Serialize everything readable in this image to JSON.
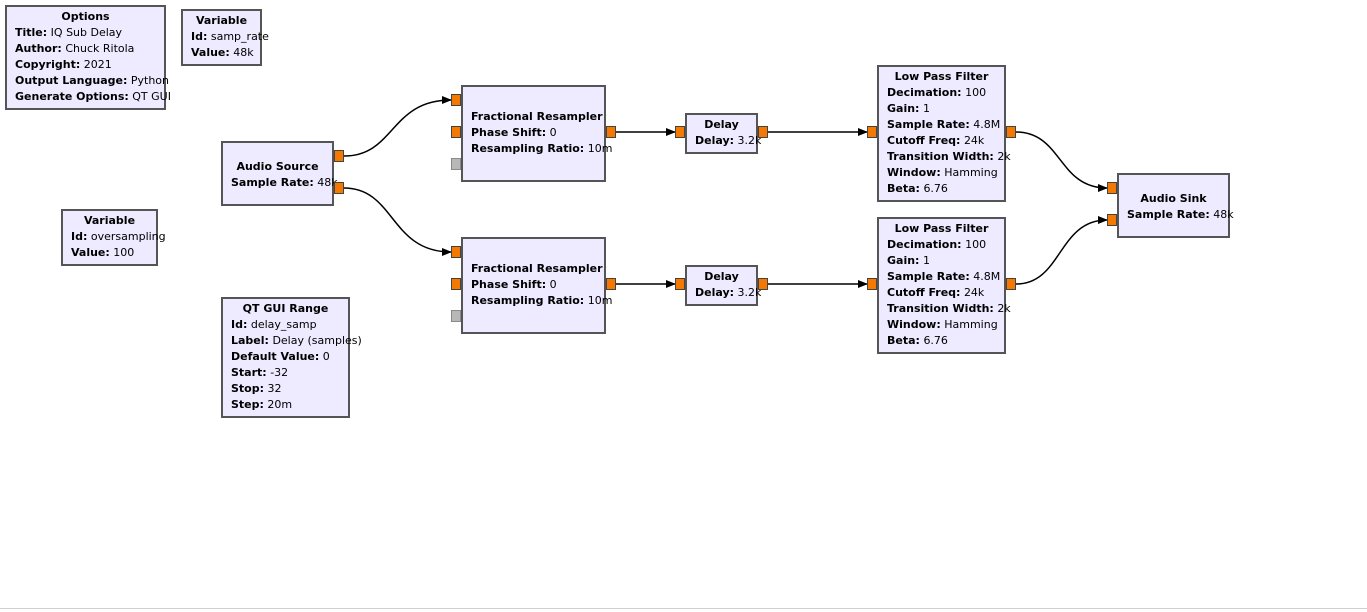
{
  "blocks": {
    "options": {
      "title": "Options",
      "params": [
        {
          "label": "Title:",
          "value": "IQ Sub Delay"
        },
        {
          "label": "Author:",
          "value": "Chuck Ritola"
        },
        {
          "label": "Copyright:",
          "value": "2021"
        },
        {
          "label": "Output Language:",
          "value": "Python"
        },
        {
          "label": "Generate Options:",
          "value": "QT GUI"
        }
      ]
    },
    "var_samp_rate": {
      "title": "Variable",
      "params": [
        {
          "label": "Id:",
          "value": "samp_rate"
        },
        {
          "label": "Value:",
          "value": "48k"
        }
      ]
    },
    "var_oversampling": {
      "title": "Variable",
      "params": [
        {
          "label": "Id:",
          "value": "oversampling"
        },
        {
          "label": "Value:",
          "value": "100"
        }
      ]
    },
    "qt_gui_range": {
      "title": "QT GUI Range",
      "params": [
        {
          "label": "Id:",
          "value": "delay_samp"
        },
        {
          "label": "Label:",
          "value": "Delay (samples)"
        },
        {
          "label": "Default Value:",
          "value": "0"
        },
        {
          "label": "Start:",
          "value": "-32"
        },
        {
          "label": "Stop:",
          "value": "32"
        },
        {
          "label": "Step:",
          "value": "20m"
        }
      ]
    },
    "audio_source": {
      "title": "Audio Source",
      "params": [
        {
          "label": "Sample Rate:",
          "value": "48k"
        }
      ]
    },
    "resampler_top": {
      "title": "Fractional Resampler",
      "params": [
        {
          "label": "Phase Shift:",
          "value": "0"
        },
        {
          "label": "Resampling Ratio:",
          "value": "10m"
        }
      ]
    },
    "resampler_bottom": {
      "title": "Fractional Resampler",
      "params": [
        {
          "label": "Phase Shift:",
          "value": "0"
        },
        {
          "label": "Resampling Ratio:",
          "value": "10m"
        }
      ]
    },
    "delay_top": {
      "title": "Delay",
      "params": [
        {
          "label": "Delay:",
          "value": "3.2k"
        }
      ]
    },
    "delay_bottom": {
      "title": "Delay",
      "params": [
        {
          "label": "Delay:",
          "value": "3.2k"
        }
      ]
    },
    "lpf_top": {
      "title": "Low Pass Filter",
      "params": [
        {
          "label": "Decimation:",
          "value": "100"
        },
        {
          "label": "Gain:",
          "value": "1"
        },
        {
          "label": "Sample Rate:",
          "value": "4.8M"
        },
        {
          "label": "Cutoff Freq:",
          "value": "24k"
        },
        {
          "label": "Transition Width:",
          "value": "2k"
        },
        {
          "label": "Window:",
          "value": "Hamming"
        },
        {
          "label": "Beta:",
          "value": "6.76"
        }
      ]
    },
    "lpf_bottom": {
      "title": "Low Pass Filter",
      "params": [
        {
          "label": "Decimation:",
          "value": "100"
        },
        {
          "label": "Gain:",
          "value": "1"
        },
        {
          "label": "Sample Rate:",
          "value": "4.8M"
        },
        {
          "label": "Cutoff Freq:",
          "value": "24k"
        },
        {
          "label": "Transition Width:",
          "value": "2k"
        },
        {
          "label": "Window:",
          "value": "Hamming"
        },
        {
          "label": "Beta:",
          "value": "6.76"
        }
      ]
    },
    "audio_sink": {
      "title": "Audio Sink",
      "params": [
        {
          "label": "Sample Rate:",
          "value": "48k"
        }
      ]
    }
  },
  "connections": [
    {
      "from": "audio_source.out0",
      "to": "resampler_top.in0"
    },
    {
      "from": "audio_source.out1",
      "to": "resampler_bottom.in0"
    },
    {
      "from": "resampler_top.out0",
      "to": "delay_top.in0"
    },
    {
      "from": "resampler_bottom.out0",
      "to": "delay_bottom.in0"
    },
    {
      "from": "delay_top.out0",
      "to": "lpf_top.in0"
    },
    {
      "from": "delay_bottom.out0",
      "to": "lpf_bottom.in0"
    },
    {
      "from": "lpf_top.out0",
      "to": "audio_sink.in0"
    },
    {
      "from": "lpf_bottom.out0",
      "to": "audio_sink.in1"
    }
  ],
  "colors": {
    "block_fill": "#eeeaff",
    "block_border": "#555555",
    "port_enabled": "#f57900",
    "port_disabled": "#b8b8b8",
    "wire": "#000000"
  }
}
